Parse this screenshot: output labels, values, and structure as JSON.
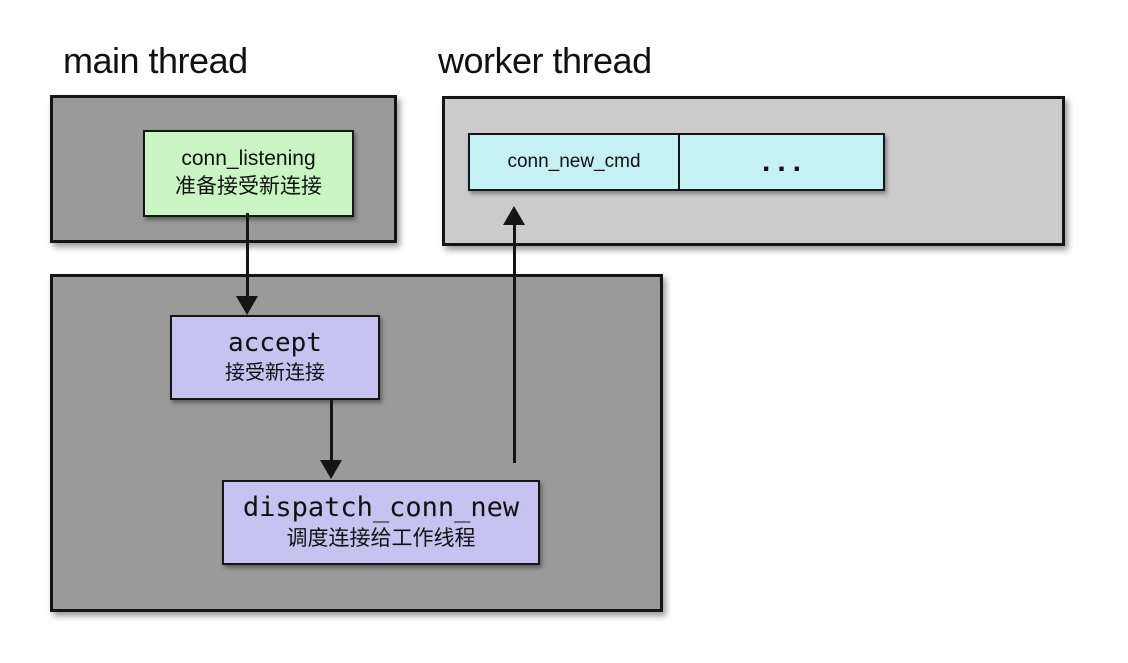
{
  "colors": {
    "canvas-bg": "#ffffff",
    "dark-gray": "#9a9a9a",
    "light-gray": "#cbcbcb",
    "green": "#c9f5c3",
    "cyan": "#c6f1f4",
    "purple": "#c6c3f0",
    "border": "#151515",
    "text": "#111111"
  },
  "main_thread": {
    "title": "main thread",
    "conn_listening": {
      "label": "conn_listening",
      "caption": "准备接受新连接"
    }
  },
  "worker_thread": {
    "title": "worker thread",
    "queue": {
      "head_label": "conn_new_cmd",
      "rest_label": "..."
    }
  },
  "main_loop": {
    "accept": {
      "label": "accept",
      "caption": "接受新连接"
    },
    "dispatch_conn_new": {
      "label": "dispatch_conn_new",
      "caption": "调度连接给工作线程"
    }
  }
}
